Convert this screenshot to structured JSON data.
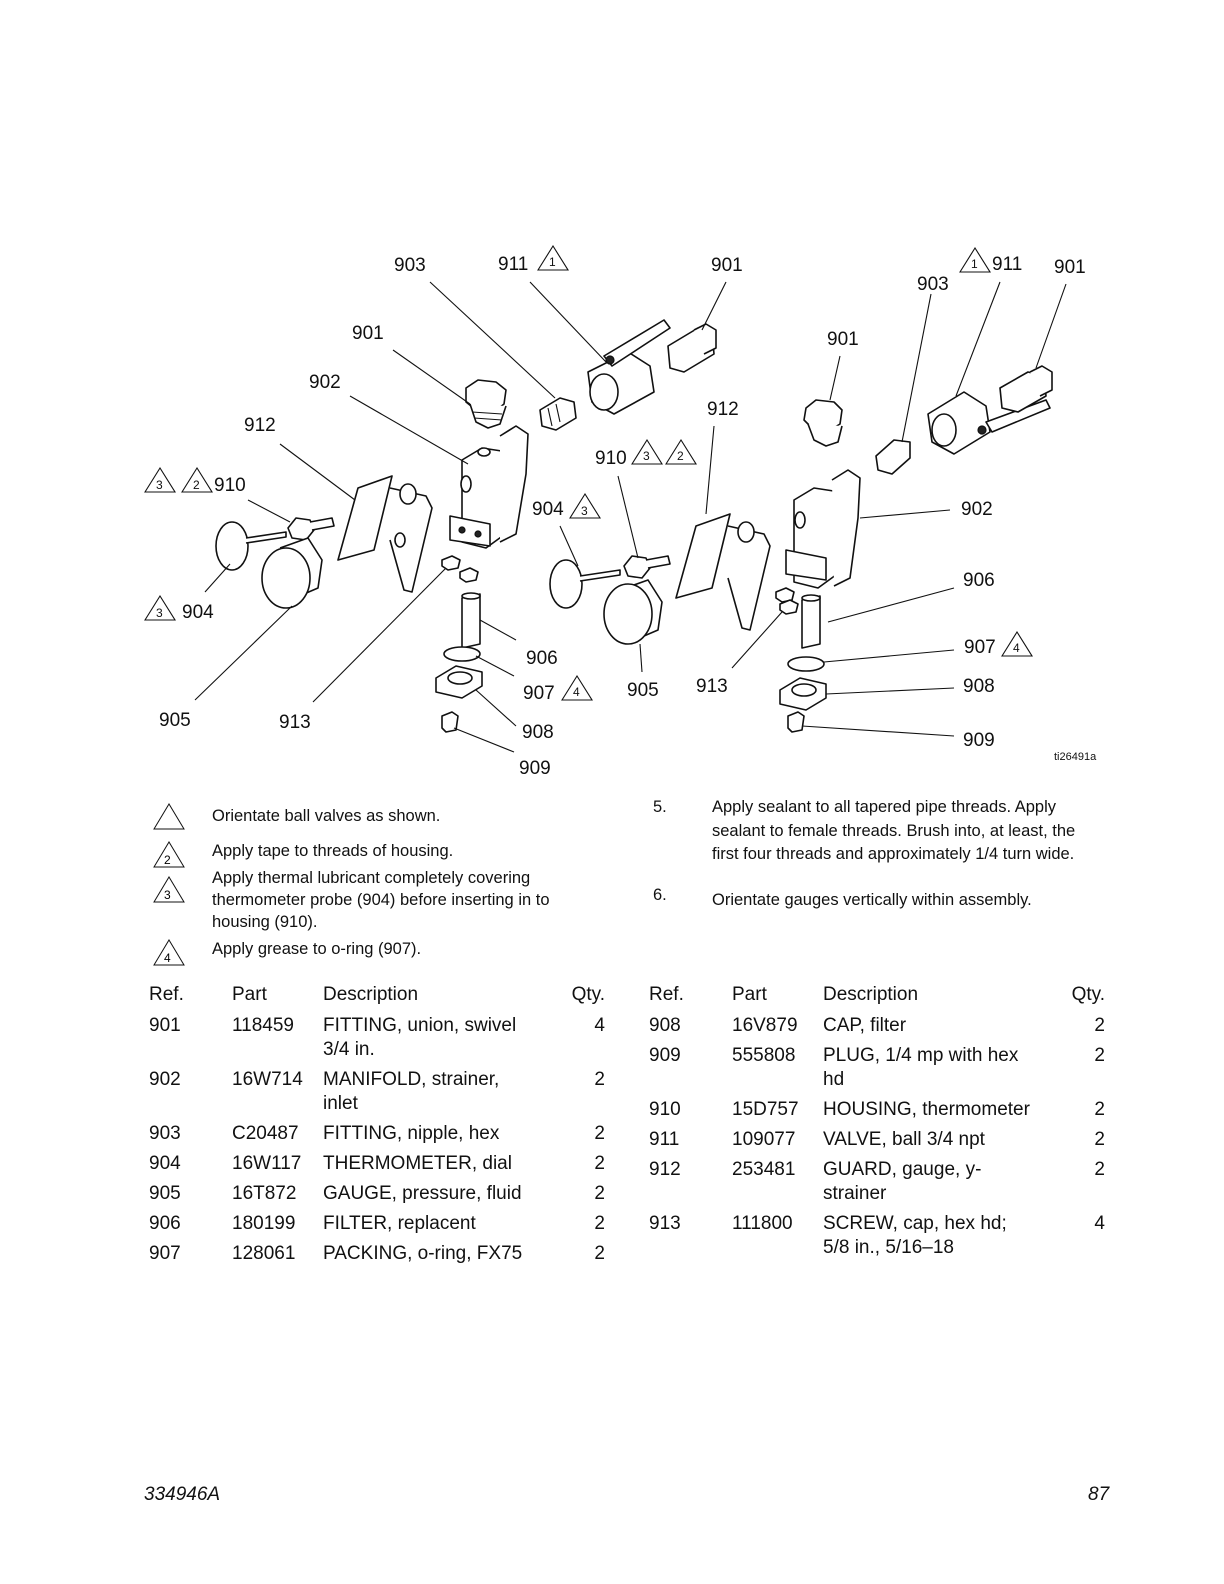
{
  "figure": {
    "callouts": {
      "left_903": "903",
      "left_911": "911",
      "left_901_top": "901",
      "left_901": "901",
      "left_902": "902",
      "left_912": "912",
      "left_910": "910",
      "left_904": "904",
      "left_905": "905",
      "left_913": "913",
      "left_906": "906",
      "left_907": "907",
      "left_908": "908",
      "left_909": "909",
      "right_903": "903",
      "right_911": "911",
      "right_901_top": "901",
      "right_901": "901",
      "right_912": "912",
      "right_910": "910",
      "right_904": "904",
      "right_902": "902",
      "right_906": "906",
      "right_907": "907",
      "right_905": "905",
      "right_913": "913",
      "right_908": "908",
      "right_909": "909"
    },
    "triangle_numbers": {
      "one": "1",
      "two": "2",
      "three": "3",
      "four": "4"
    },
    "figure_id": "ti26491a"
  },
  "notes": [
    {
      "marker": "",
      "text": "Orientate ball valves as shown."
    },
    {
      "marker": "2",
      "text": "Apply tape to threads of housing."
    },
    {
      "marker": "3",
      "text": "Apply thermal lubricant completely covering thermometer probe (904) before inserting in to housing (910)."
    },
    {
      "marker": "4",
      "text": "Apply grease to o-ring (907)."
    }
  ],
  "numbered_notes": [
    {
      "num": "5.",
      "text": "Apply sealant to all tapered pipe threads. Apply sealant to female threads. Brush into, at least, the first four threads and approximately 1/4 turn wide."
    },
    {
      "num": "6.",
      "text": "Orientate gauges vertically within assembly."
    }
  ],
  "table_headers": {
    "ref": "Ref.",
    "part": "Part",
    "description": "Description",
    "qty": "Qty."
  },
  "parts_left": [
    {
      "ref": "901",
      "part": "118459",
      "description": "FITTING, union, swivel 3/4 in.",
      "qty": "4"
    },
    {
      "ref": "902",
      "part": "16W714",
      "description": "MANIFOLD, strainer, inlet",
      "qty": "2"
    },
    {
      "ref": "903",
      "part": "C20487",
      "description": "FITTING, nipple, hex",
      "qty": "2"
    },
    {
      "ref": "904",
      "part": "16W117",
      "description": "THERMOMETER, dial",
      "qty": "2"
    },
    {
      "ref": "905",
      "part": "16T872",
      "description": "GAUGE, pressure, fluid",
      "qty": "2"
    },
    {
      "ref": "906",
      "part": "180199",
      "description": "FILTER, replacent",
      "qty": "2"
    },
    {
      "ref": "907",
      "part": "128061",
      "description": "PACKING, o-ring, FX75",
      "qty": "2"
    }
  ],
  "parts_right": [
    {
      "ref": "908",
      "part": "16V879",
      "description": "CAP, filter",
      "qty": "2"
    },
    {
      "ref": "909",
      "part": "555808",
      "description": "PLUG, 1/4 mp with hex hd",
      "qty": "2"
    },
    {
      "ref": "910",
      "part": "15D757",
      "description": "HOUSING, thermometer",
      "qty": "2"
    },
    {
      "ref": "911",
      "part": "109077",
      "description": "VALVE, ball 3/4 npt",
      "qty": "2"
    },
    {
      "ref": "912",
      "part": "253481",
      "description": "GUARD, gauge, y-strainer",
      "qty": "2"
    },
    {
      "ref": "913",
      "part": "111800",
      "description": "SCREW, cap, hex hd; 5/8 in., 5/16–18",
      "qty": "4"
    }
  ],
  "footer": {
    "doc_number": "334946A",
    "page_number": "87"
  }
}
